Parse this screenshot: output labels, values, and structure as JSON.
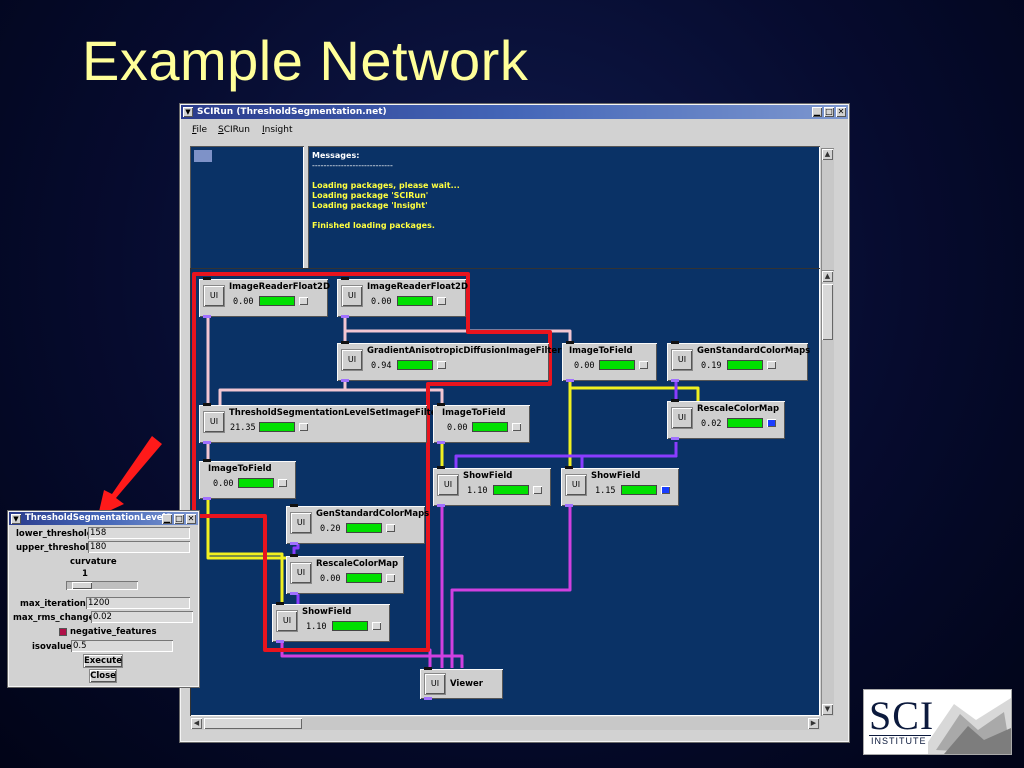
{
  "slide": {
    "title": "Example Network"
  },
  "window": {
    "title": "SCIRun (ThresholdSegmentation.net)",
    "menu": [
      {
        "label": "File",
        "accel": "F",
        "rest": "ile"
      },
      {
        "label": "SCIRun",
        "accel": "S",
        "rest": "CIRun"
      },
      {
        "label": "Insight",
        "accel": "I",
        "rest": "nsight"
      }
    ]
  },
  "messages": {
    "header": "Messages:",
    "separator": "----------------------------",
    "lines": [
      "Loading packages, please wait...",
      "Loading package 'SCIRun'",
      "Loading package 'Insight'",
      "",
      "Finished loading packages."
    ]
  },
  "modules": [
    {
      "name": "ImageReaderFloat2D",
      "time": "0.00",
      "ui": "UI"
    },
    {
      "name": "ImageReaderFloat2D",
      "time": "0.00",
      "ui": "UI"
    },
    {
      "name": "GradientAnisotropicDiffusionImageFilter",
      "time": "0.94",
      "ui": "UI"
    },
    {
      "name": "ImageToField",
      "time": "0.00",
      "ui": "UI"
    },
    {
      "name": "GenStandardColorMaps",
      "time": "0.19",
      "ui": "UI"
    },
    {
      "name": "ThresholdSegmentationLevelSetImageFilter",
      "time": "21.35",
      "ui": "UI"
    },
    {
      "name": "ImageToField",
      "time": "0.00",
      "ui": "UI"
    },
    {
      "name": "RescaleColorMap",
      "time": "0.02",
      "ui": "UI"
    },
    {
      "name": "ImageToField",
      "time": "0.00",
      "ui": "UI"
    },
    {
      "name": "ShowField",
      "time": "1.10",
      "ui": "UI"
    },
    {
      "name": "ShowField",
      "time": "1.15",
      "ui": "UI"
    },
    {
      "name": "GenStandardColorMaps",
      "time": "0.20",
      "ui": "UI"
    },
    {
      "name": "RescaleColorMap",
      "time": "0.00",
      "ui": "UI"
    },
    {
      "name": "ShowField",
      "time": "1.10",
      "ui": "UI"
    },
    {
      "name": "Viewer",
      "ui": "UI"
    }
  ],
  "dialog": {
    "title": "ThresholdSegmentationLevelS",
    "fields": [
      {
        "label": "lower_threshold",
        "value": "158"
      },
      {
        "label": "upper_threshold",
        "value": "180"
      }
    ],
    "curvature": {
      "label": "curvature",
      "value": "1"
    },
    "fields2": [
      {
        "label": "max_iterations",
        "value": "1200"
      },
      {
        "label": "max_rms_change",
        "value": "0.02"
      }
    ],
    "checkbox": {
      "label": "negative_features",
      "checked": true
    },
    "isovalue": {
      "label": "isovalue",
      "value": "0.5"
    },
    "execute_label": "Execute",
    "close_label": "Close"
  },
  "logo": {
    "text": "SCI",
    "subtext": "INSTITUTE"
  },
  "colors": {
    "canvas": "#0a3266",
    "progress": "#00e000",
    "highlight_wire": "#e8141e",
    "arrow": "#ff1a1a"
  }
}
